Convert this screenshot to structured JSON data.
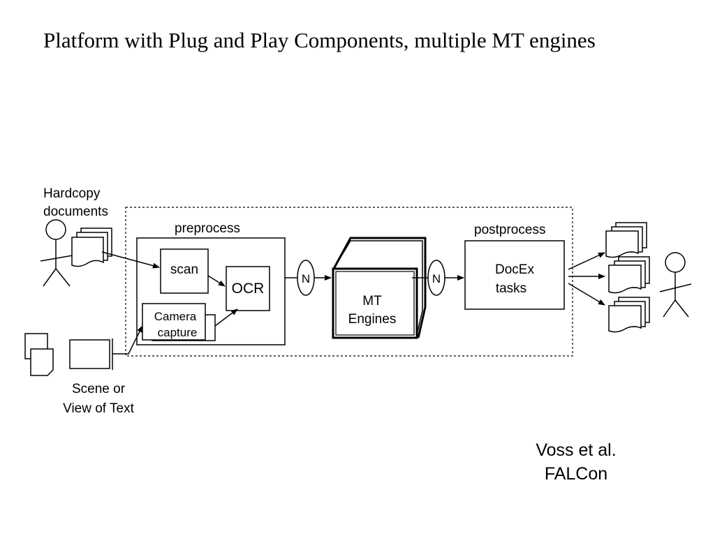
{
  "title": "Platform with Plug and Play Components, multiple MT engines",
  "diagram": {
    "hardcopy_label": [
      "Hardcopy",
      "documents"
    ],
    "scene_label": [
      "Scene or",
      "View of Text"
    ],
    "preprocess_label": "preprocess",
    "postprocess_label": "postprocess",
    "scan_label": "scan",
    "ocr_label": "OCR",
    "camera_label": [
      "Camera",
      "capture"
    ],
    "normalizer_label": "N",
    "mt_label": [
      "MT",
      "Engines"
    ],
    "docex_label": [
      "DocEx",
      "tasks"
    ]
  },
  "credit": [
    "Voss et al.",
    "FALCon"
  ]
}
